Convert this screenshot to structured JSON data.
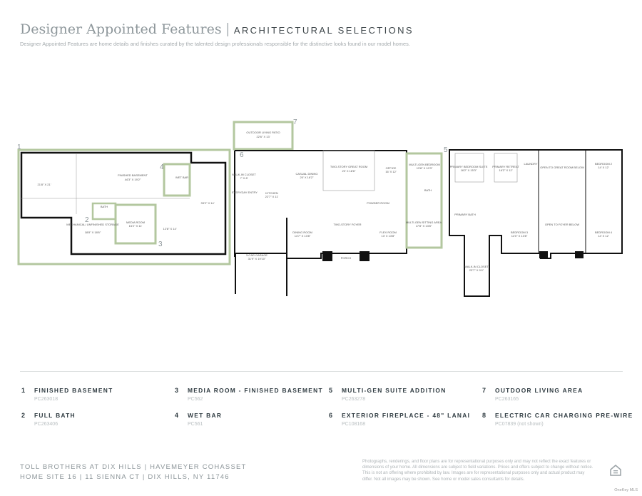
{
  "header": {
    "title": "Designer Appointed Features",
    "separator": "|",
    "section": "ARCHITECTURAL SELECTIONS",
    "subtitle": "Designer Appointed Features are home details and finishes curated by the talented design professionals responsible for the distinctive looks found in our model homes."
  },
  "colors": {
    "accent_green": "#b3c79f",
    "wall": "#111111",
    "title_gray": "#8e979b"
  },
  "plans": {
    "basement": {
      "rooms": [
        "FINISHED BASEMENT",
        "44'3\" X 19'2\"",
        "21'8\" X 21'",
        "MEDIA ROOM",
        "15'2\" X 11'",
        "MECHANICAL/ UNFINISHED STORAGE",
        "18'8\" X 18'6\"",
        "BATH",
        "WET BAR",
        "33'2\" X 14'",
        "12'8\" X 14'"
      ],
      "markers": [
        "1",
        "2",
        "3",
        "4"
      ]
    },
    "main": {
      "rooms": [
        "OUTDOOR LIVING PATIO",
        "22'6\" X 13'",
        "CASUAL DINING",
        "20' X 16'2\"",
        "TWO-STORY GREAT ROOM",
        "20' X 18'6\"",
        "OFFICE",
        "16' X 12'",
        "KITCHEN",
        "22'7\" X 11'",
        "WALK-IN CLOSET",
        "7' X 8'",
        "EVERYDAY ENTRY",
        "DINING ROOM",
        "14'7\" X 13'8\"",
        "TWO-STORY FOYER",
        "FLEX ROOM",
        "13' X 13'8\"",
        "POWDER ROOM",
        "3-CAR GARAGE",
        "31'9\" X 19'10\"",
        "PORCH",
        "MULTI-GEN BEDROOM",
        "13'8\" X 10'3\"",
        "BATH",
        "MULTI-GEN SITTING AREA",
        "17'8\" X 13'8\""
      ],
      "markers": [
        "5",
        "6",
        "7"
      ]
    },
    "upper": {
      "rooms": [
        "PRIMARY BEDROOM SUITE",
        "16'2\" X 15'3\"",
        "PRIMARY RETREAT",
        "16'2\" X 12'",
        "LAUNDRY",
        "OPEN TO GREAT ROOM BELOW",
        "BEDROOM 2",
        "14' X 12'",
        "PRIMARY BATH",
        "BEDROOM 3",
        "14'0\" X 13'8\"",
        "OPEN TO FOYER BELOW",
        "BEDROOM 4",
        "14' X 12'",
        "WALK-IN CLOSET",
        "23'7\" X 9'4\""
      ]
    }
  },
  "features": [
    {
      "num": "1",
      "label": "FINISHED BASEMENT",
      "code": "PC263018"
    },
    {
      "num": "2",
      "label": "FULL BATH",
      "code": "PC263406"
    },
    {
      "num": "3",
      "label": "MEDIA ROOM - FINISHED BASEMENT",
      "code": "PC562"
    },
    {
      "num": "4",
      "label": "WET BAR",
      "code": "PC561"
    },
    {
      "num": "5",
      "label": "MULTI-GEN SUITE ADDITION",
      "code": "PC263278"
    },
    {
      "num": "6",
      "label": "EXTERIOR FIREPLACE - 48\" LANAI",
      "code": "PC108168"
    },
    {
      "num": "7",
      "label": "OUTDOOR LIVING AREA",
      "code": "PC263165"
    },
    {
      "num": "8",
      "label": "ELECTRIC CAR CHARGING PRE-WIRE",
      "code": "PC07839 (not shown)"
    }
  ],
  "footer": {
    "line1": "TOLL BROTHERS AT DIX HILLS  |  HAVEMEYER COHASSET",
    "line2": "HOME SITE 16  |  11 SIENNA CT  |  DIX HILLS, NY 11746",
    "disclaimer": "Photographs, renderings, and floor plans are for representational purposes only and may not reflect the exact features or dimensions of your home. All dimensions are subject to field variations. Prices and offers subject to change without notice. This is not an offering where prohibited by law. Images are for representational purposes only and actual product may differ. Not all images may be shown. See home or model sales consultants for details.",
    "logo": "equal-housing-opportunity-icon",
    "watermark": "OneKey MLS"
  }
}
